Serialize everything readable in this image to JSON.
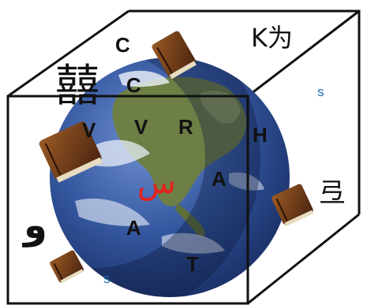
{
  "glyphs": {
    "c_top": "C",
    "k_wei": "K为",
    "cjk_xi": "囍",
    "c_mid": "C",
    "s_right": "s",
    "v_left": "V",
    "v_mid": "V",
    "r": "R",
    "h": "H",
    "a_right": "A",
    "sin": "س",
    "gong": "弖",
    "waw": "و",
    "a_bottom": "A",
    "t": "T",
    "s_bottom": "s"
  },
  "colors": {
    "cube_edge": "#111111",
    "arabic_red": "#e8201c",
    "small_s_blue": "#1a6fb5",
    "ocean": "#2e4f9a",
    "land": "#5f7a3e"
  }
}
